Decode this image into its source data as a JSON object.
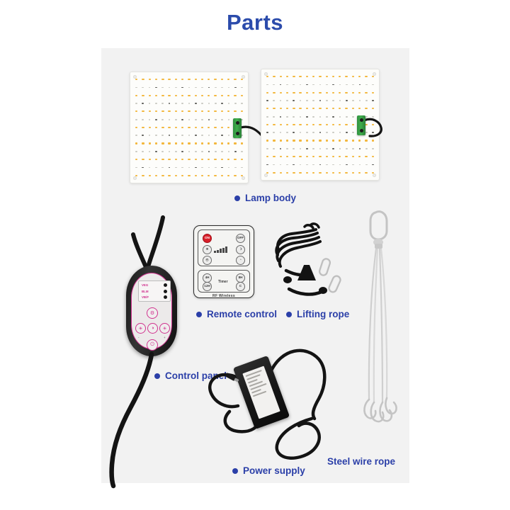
{
  "page": {
    "title": "Parts",
    "title_color": "#2b4bab",
    "background": "#ffffff",
    "card_background": "#f2f2f2",
    "label_color": "#2b3fa8"
  },
  "labels": [
    {
      "id": "lamp-body",
      "text": "Lamp body"
    },
    {
      "id": "remote-control",
      "text": "Remote control"
    },
    {
      "id": "lifting-rope",
      "text": "Lifting rope"
    },
    {
      "id": "control-panel",
      "text": "Control panel"
    },
    {
      "id": "power-supply",
      "text": "Power supply"
    },
    {
      "id": "steel-wire-rope",
      "text": "Steel wire rope"
    }
  ],
  "remote": {
    "power_on": "ON",
    "power_off": "OFF",
    "buttons": {
      "brightness": "☀",
      "moon": "☽",
      "clock": "◴",
      "spectrum": "◔"
    },
    "timer_word": "Timer",
    "timer_4h": "4H",
    "timer_8h": "8H",
    "timer_12h": "12H",
    "timer_cancel": "C",
    "footer": "RF Wireless"
  },
  "control_panel": {
    "screen_rows": [
      "VEG",
      "BLM",
      "VB/F"
    ],
    "buttons": {
      "mode": "⚙",
      "left": "☀",
      "center": "◑",
      "right": "☀",
      "power": "⏻"
    },
    "minus": "-",
    "plus": "+",
    "accent_color": "#d0338f"
  },
  "power_supply": {
    "spec_lines": 7
  },
  "panels": {
    "count": 2,
    "led_rows": 13,
    "led_cols": 17,
    "connector_color": "#3fae4c",
    "board_color": "#fdfdfb",
    "warm_led_color": "#f3b73c",
    "cool_led_color": "#c9c9c2"
  },
  "steel_wire_rope": {
    "cable_count": 4
  }
}
